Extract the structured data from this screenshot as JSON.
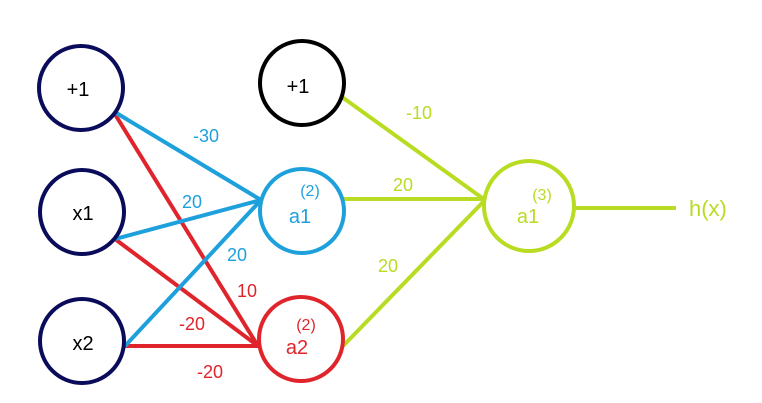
{
  "colors": {
    "navy": "#0b0b5c",
    "black": "#000000",
    "blue": "#1ea0dc",
    "red": "#e0242c",
    "green": "#b8dc22"
  },
  "nodes": {
    "input_bias": "+1",
    "x1": "x1",
    "x2": "x2",
    "hidden_bias": "+1",
    "hidden_a1": {
      "label": "a1",
      "superscript": "(2)"
    },
    "hidden_a2": {
      "label": "a2",
      "superscript": "(2)"
    },
    "output_a1": {
      "label": "a1",
      "superscript": "(3)"
    },
    "output": "h(x)"
  },
  "weights": {
    "bias_to_a1": "-30",
    "x1_to_a1": "20",
    "x2_to_a1": "20",
    "bias_to_a2": "10",
    "x1_to_a2": "-20",
    "x2_to_a2": "-20",
    "hbias_to_out": "-10",
    "a1_to_out": "20",
    "a2_to_out": "20"
  }
}
